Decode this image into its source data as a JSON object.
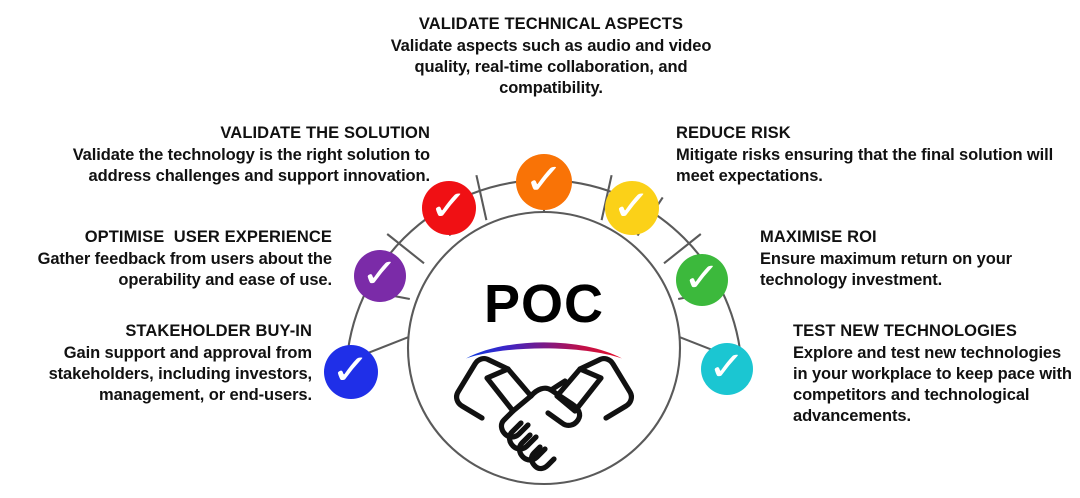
{
  "diagram": {
    "center": {
      "label": "POC",
      "swoosh_color_start": "#0a3be0",
      "swoosh_color_end": "#e8102a",
      "icon": "handshake-icon"
    },
    "outline_color": "#5a5a5a",
    "check_glyph": "✓",
    "nodes": [
      {
        "id": "validate-the-solution",
        "title": "VALIDATE THE SOLUTION",
        "body": "Validate the technology is the right solution to address challenges and support innovation.",
        "color": "#f01014",
        "align": "right"
      },
      {
        "id": "validate-technical-aspects",
        "title": "VALIDATE TECHNICAL ASPECTS",
        "body": "Validate aspects such as audio and video quality, real-time collaboration, and compatibility.",
        "color": "#f97306",
        "align": "center"
      },
      {
        "id": "reduce-risk",
        "title": "REDUCE RISK",
        "body": "Mitigate risks ensuring that the final solution will meet expectations.",
        "color": "#fbd118",
        "align": "left"
      },
      {
        "id": "optimise-user-experience",
        "title": "OPTIMISE  USER EXPERIENCE",
        "body": "Gather feedback from users about the operability and ease of use.",
        "color": "#7b2ba8",
        "align": "right"
      },
      {
        "id": "maximise-roi",
        "title": "MAXIMISE ROI",
        "body": "Ensure maximum return on your technology investment.",
        "color": "#3cb93c",
        "align": "left"
      },
      {
        "id": "stakeholder-buy-in",
        "title": "STAKEHOLDER BUY-IN",
        "body": "Gain support and approval from stakeholders, including investors, management, or end-users.",
        "color": "#1f2fe8",
        "align": "right"
      },
      {
        "id": "test-new-technologies",
        "title": "TEST NEW TECHNOLOGIES",
        "body": "Explore and test new technologies in your workplace to keep pace with competitors and technological advancements.",
        "color": "#1bc6d2",
        "align": "left"
      }
    ]
  }
}
